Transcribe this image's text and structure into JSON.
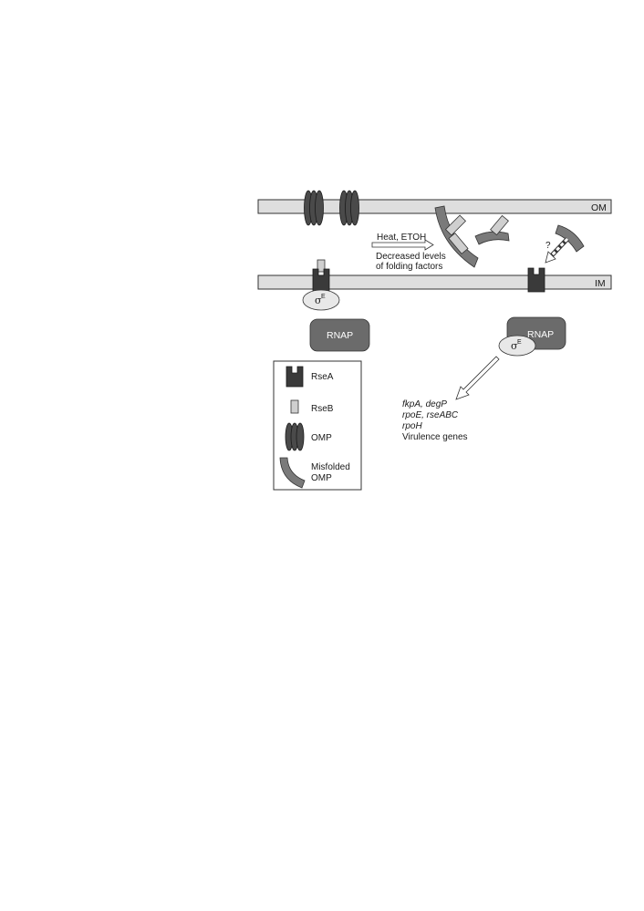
{
  "membranes": {
    "outer": "OM",
    "inner": "IM"
  },
  "stimulus": {
    "line1": "Heat, ETOH",
    "line2": "Decreased levels",
    "line3": "of folding factors"
  },
  "question_mark": "?",
  "sigma_symbol": "σ",
  "sigma_superscript": "E",
  "rnap_label": "RNAP",
  "genes": {
    "line1": "fkpA, degP",
    "line2": "rpoE, rseABC",
    "line3": "rpoH",
    "line4": "Virulence genes"
  },
  "legend": {
    "rsea": "RseA",
    "rseb": "RseB",
    "omp": "OMP",
    "misfolded_line1": "Misfolded",
    "misfolded_line2": "OMP"
  },
  "colors": {
    "membrane_fill": "#dedede",
    "rsea": "#3a3a3a",
    "rseb": "#cfcfcf",
    "omp": "#4a4a4a",
    "misfolded_omp": "#7a7a7a",
    "rnap": "#6b6b6b",
    "sigma": "#e8e8e8"
  }
}
